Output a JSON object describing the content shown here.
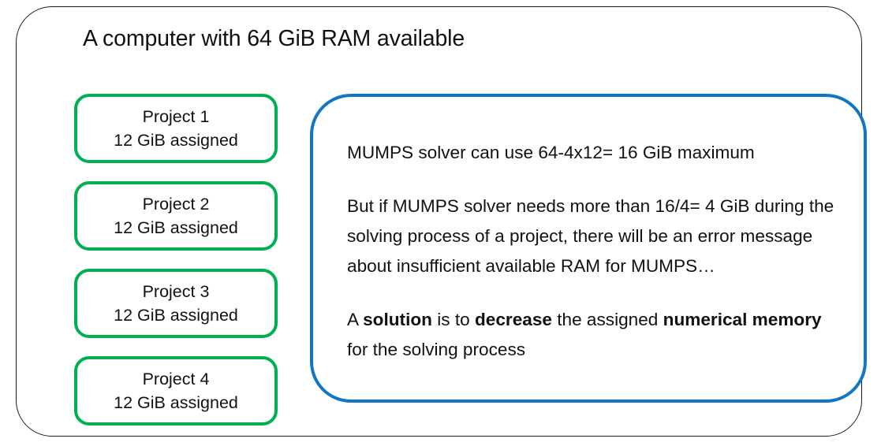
{
  "computer": {
    "title": "A computer with 64 GiB RAM available",
    "border_color": "#1a1a1a"
  },
  "projects": {
    "border_color": "#00b050",
    "items": [
      {
        "name": "Project 1",
        "memory": "12 GiB assigned"
      },
      {
        "name": "Project 2",
        "memory": "12 GiB assigned"
      },
      {
        "name": "Project 3",
        "memory": "12 GiB assigned"
      },
      {
        "name": "Project 4",
        "memory": "12 GiB assigned"
      }
    ]
  },
  "note": {
    "border_color": "#1177c4",
    "paragraph_1": "MUMPS solver can use 64-4x12= 16 GiB maximum",
    "paragraph_2": "But if MUMPS solver needs more than 16/4= 4 GiB during the solving process of a project, there will be an error message about insufficient available RAM for MUMPS…",
    "paragraph_3": {
      "part_1": "A ",
      "bold_1": "solution",
      "part_2": " is to ",
      "bold_2": "decrease",
      "part_3": " the assigned ",
      "bold_3": "numerical memory",
      "part_4": " for the solving process"
    }
  }
}
